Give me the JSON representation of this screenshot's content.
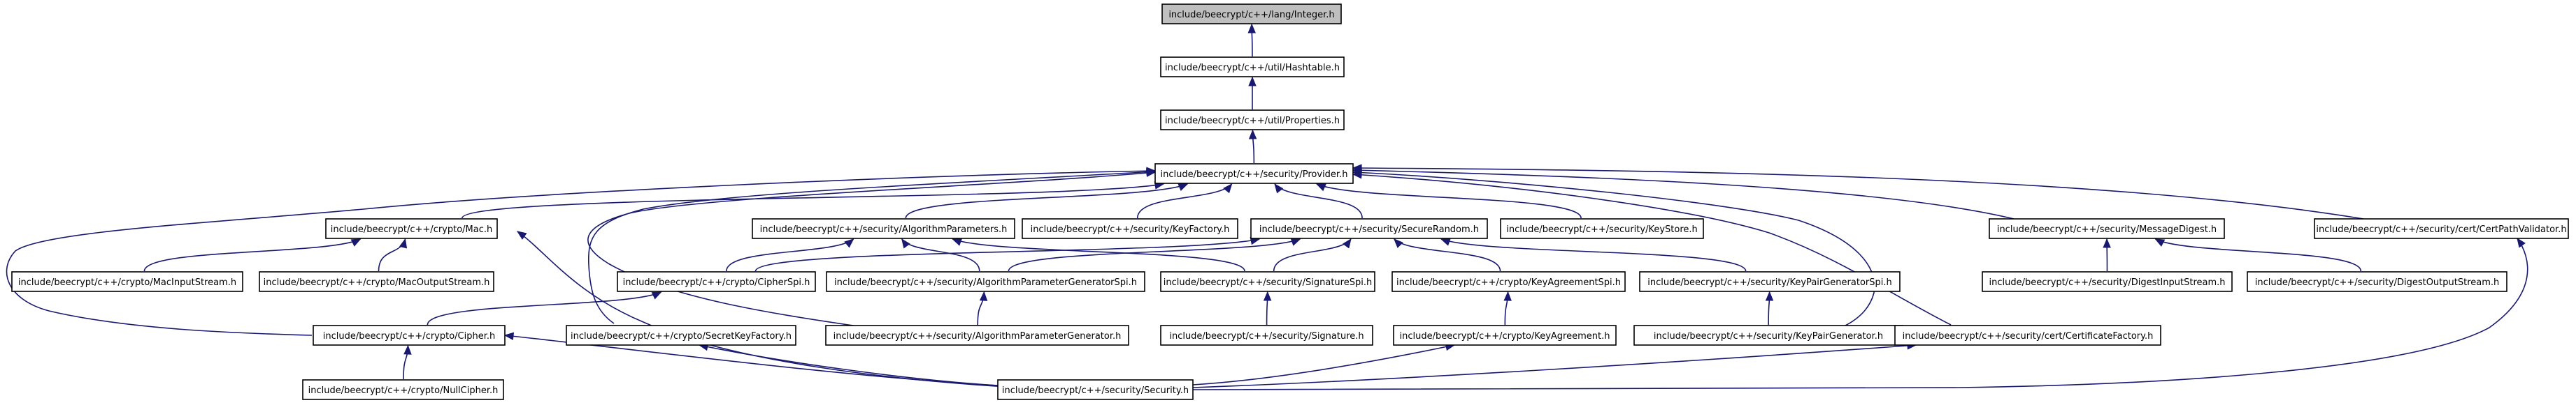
{
  "graph": {
    "nodes": [
      {
        "id": "integer",
        "label": "include/beecrypt/c++/lang/Integer.h",
        "root": true
      },
      {
        "id": "hashtable",
        "label": "include/beecrypt/c++/util/Hashtable.h"
      },
      {
        "id": "properties",
        "label": "include/beecrypt/c++/util/Properties.h"
      },
      {
        "id": "provider",
        "label": "include/beecrypt/c++/security/Provider.h"
      },
      {
        "id": "mac",
        "label": "include/beecrypt/c++/crypto/Mac.h"
      },
      {
        "id": "algparams",
        "label": "include/beecrypt/c++/security/AlgorithmParameters.h"
      },
      {
        "id": "keyfactory",
        "label": "include/beecrypt/c++/security/KeyFactory.h"
      },
      {
        "id": "securerandom",
        "label": "include/beecrypt/c++/security/SecureRandom.h"
      },
      {
        "id": "keystore",
        "label": "include/beecrypt/c++/security/KeyStore.h"
      },
      {
        "id": "msgdigest",
        "label": "include/beecrypt/c++/security/MessageDigest.h"
      },
      {
        "id": "certpathvalidator",
        "label": "include/beecrypt/c++/security/cert/CertPathValidator.h"
      },
      {
        "id": "macinput",
        "label": "include/beecrypt/c++/crypto/MacInputStream.h"
      },
      {
        "id": "macoutput",
        "label": "include/beecrypt/c++/crypto/MacOutputStream.h"
      },
      {
        "id": "cipherspi",
        "label": "include/beecrypt/c++/crypto/CipherSpi.h"
      },
      {
        "id": "algparamgenspi",
        "label": "include/beecrypt/c++/security/AlgorithmParameterGeneratorSpi.h"
      },
      {
        "id": "signaturespi",
        "label": "include/beecrypt/c++/security/SignatureSpi.h"
      },
      {
        "id": "keyagreementspi",
        "label": "include/beecrypt/c++/crypto/KeyAgreementSpi.h"
      },
      {
        "id": "keypairgenspi",
        "label": "include/beecrypt/c++/security/KeyPairGeneratorSpi.h"
      },
      {
        "id": "digestinput",
        "label": "include/beecrypt/c++/security/DigestInputStream.h"
      },
      {
        "id": "digestoutput",
        "label": "include/beecrypt/c++/security/DigestOutputStream.h"
      },
      {
        "id": "cipher",
        "label": "include/beecrypt/c++/crypto/Cipher.h"
      },
      {
        "id": "secretkeyfactory",
        "label": "include/beecrypt/c++/crypto/SecretKeyFactory.h"
      },
      {
        "id": "algparamgen",
        "label": "include/beecrypt/c++/security/AlgorithmParameterGenerator.h"
      },
      {
        "id": "signature",
        "label": "include/beecrypt/c++/security/Signature.h"
      },
      {
        "id": "keyagreement",
        "label": "include/beecrypt/c++/crypto/KeyAgreement.h"
      },
      {
        "id": "keypairgen",
        "label": "include/beecrypt/c++/security/KeyPairGenerator.h"
      },
      {
        "id": "certfactory",
        "label": "include/beecrypt/c++/security/cert/CertificateFactory.h"
      },
      {
        "id": "nullcipher",
        "label": "include/beecrypt/c++/crypto/NullCipher.h"
      },
      {
        "id": "security",
        "label": "include/beecrypt/c++/security/Security.h"
      }
    ],
    "edges": [
      [
        "integer",
        "hashtable"
      ],
      [
        "hashtable",
        "properties"
      ],
      [
        "properties",
        "provider"
      ],
      [
        "provider",
        "mac"
      ],
      [
        "provider",
        "algparams"
      ],
      [
        "provider",
        "keyfactory"
      ],
      [
        "provider",
        "securerandom"
      ],
      [
        "provider",
        "keystore"
      ],
      [
        "provider",
        "msgdigest"
      ],
      [
        "provider",
        "certpathvalidator"
      ],
      [
        "provider",
        "cipher"
      ],
      [
        "provider",
        "secretkeyfactory"
      ],
      [
        "provider",
        "algparamgen"
      ],
      [
        "provider",
        "keypairgen"
      ],
      [
        "provider",
        "certfactory"
      ],
      [
        "mac",
        "macinput"
      ],
      [
        "mac",
        "macoutput"
      ],
      [
        "mac",
        "security"
      ],
      [
        "algparams",
        "cipherspi"
      ],
      [
        "algparams",
        "algparamgenspi"
      ],
      [
        "algparams",
        "signaturespi"
      ],
      [
        "securerandom",
        "cipherspi"
      ],
      [
        "securerandom",
        "algparamgenspi"
      ],
      [
        "securerandom",
        "signaturespi"
      ],
      [
        "securerandom",
        "keyagreementspi"
      ],
      [
        "securerandom",
        "keypairgenspi"
      ],
      [
        "msgdigest",
        "digestinput"
      ],
      [
        "msgdigest",
        "digestoutput"
      ],
      [
        "certpathvalidator",
        "security"
      ],
      [
        "cipherspi",
        "cipher"
      ],
      [
        "algparamgenspi",
        "algparamgen"
      ],
      [
        "signaturespi",
        "signature"
      ],
      [
        "keyagreementspi",
        "keyagreement"
      ],
      [
        "keypairgenspi",
        "keypairgen"
      ],
      [
        "cipher",
        "nullcipher"
      ],
      [
        "cipher",
        "security"
      ],
      [
        "secretkeyfactory",
        "security"
      ],
      [
        "keyagreement",
        "security"
      ],
      [
        "certfactory",
        "security"
      ]
    ]
  }
}
